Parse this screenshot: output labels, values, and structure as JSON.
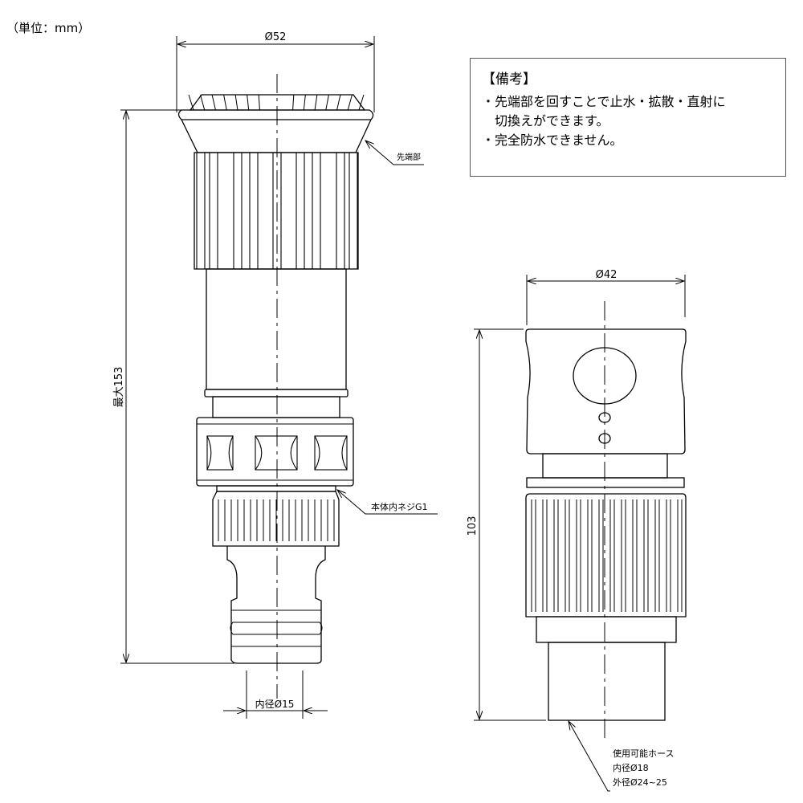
{
  "unit_label": "（単位：mm）",
  "notes": {
    "title": "【備考】",
    "lines": [
      "・先端部を回すことで止水・拡散・直射に",
      "切換えができます。",
      "・完全防水できません。"
    ]
  },
  "left_view": {
    "dim_width": "Ø52",
    "dim_height": "最大153",
    "label_tip": "先端部",
    "label_thread": "本体内ネジG1",
    "dim_inner": "内径Ø15"
  },
  "right_view": {
    "dim_width": "Ø42",
    "dim_height": "103",
    "hose_label": [
      "使用可能ホース",
      "内径Ø18",
      "外径Ø24~25"
    ]
  }
}
